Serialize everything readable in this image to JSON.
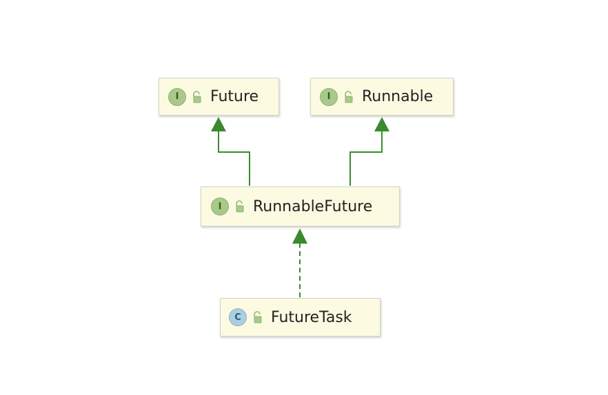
{
  "diagram": {
    "colors": {
      "edge": "#3a8a2e",
      "node_fill": "#fcfbe2",
      "node_border": "#d2d2c6",
      "interface_badge": "#a9c98b",
      "class_badge": "#a9cfe0",
      "lock_icon": "#8fb36f"
    },
    "nodes": {
      "future": {
        "badge": "I",
        "kind": "interface",
        "label": "Future"
      },
      "runnable": {
        "badge": "I",
        "kind": "interface",
        "label": "Runnable"
      },
      "runnable_future": {
        "badge": "I",
        "kind": "interface",
        "label": "RunnableFuture"
      },
      "future_task": {
        "badge": "C",
        "kind": "class",
        "label": "FutureTask"
      }
    },
    "edges": [
      {
        "from": "RunnableFuture",
        "to": "Future",
        "style": "solid"
      },
      {
        "from": "RunnableFuture",
        "to": "Runnable",
        "style": "solid"
      },
      {
        "from": "FutureTask",
        "to": "RunnableFuture",
        "style": "dashed"
      }
    ]
  }
}
